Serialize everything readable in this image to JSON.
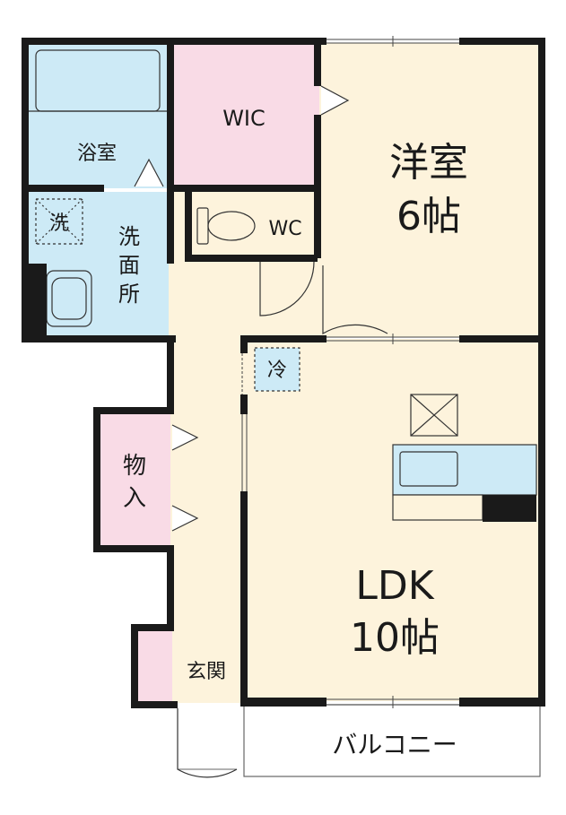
{
  "rooms": {
    "bath": "浴室",
    "wic": "WIC",
    "western_name": "洋室",
    "western_size": "6帖",
    "washer": "洗",
    "washroom_1": "洗",
    "washroom_2": "面",
    "washroom_3": "所",
    "wc": "WC",
    "fridge": "冷",
    "storage_1": "物",
    "storage_2": "入",
    "ldk_name": "LDK",
    "ldk_size": "10帖",
    "entrance": "玄関",
    "balcony": "バルコニー"
  },
  "colors": {
    "wall": "#1a1a1a",
    "bath": "#cdeaf6",
    "pink": "#f9dbe6",
    "cream": "#fdf3dc",
    "kitchen": "#cdeaf6"
  }
}
